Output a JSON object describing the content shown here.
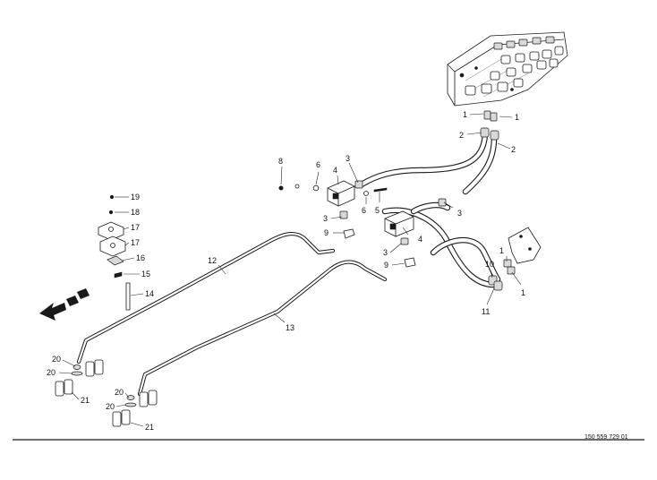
{
  "diagram": {
    "callouts": {
      "n1": "1",
      "n2": "2",
      "n3": "3",
      "n4": "4",
      "n5": "5",
      "n6": "6",
      "n8": "8",
      "n9": "9",
      "n10": "10",
      "n11": "11",
      "n12": "12",
      "n13": "13",
      "n14": "14",
      "n15": "15",
      "n16": "16",
      "n17": "17",
      "n18": "18",
      "n19": "19",
      "n20": "20",
      "n21": "21"
    },
    "document_number": "150 559 729 01"
  }
}
